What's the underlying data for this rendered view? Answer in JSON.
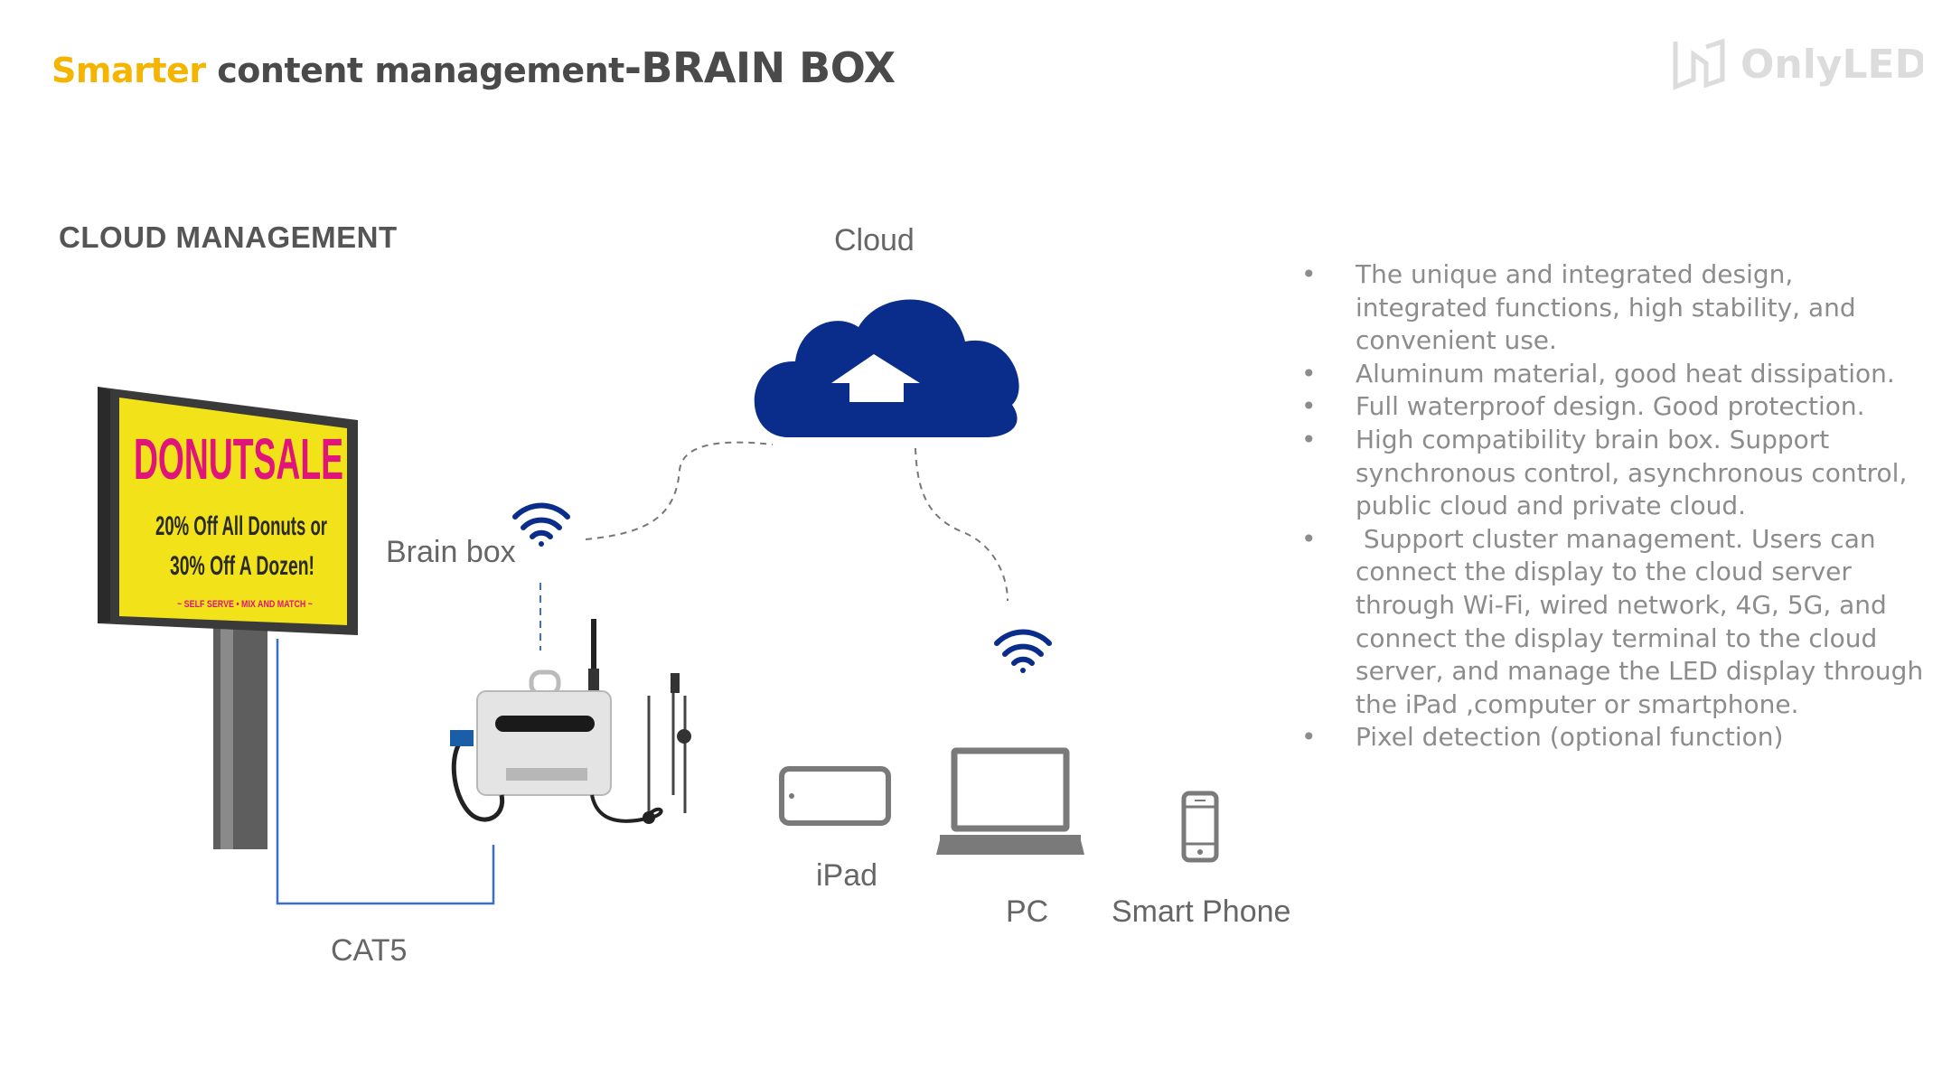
{
  "header": {
    "title_accent": "Smarter",
    "title_main": " content management",
    "title_dash": "-",
    "title_product": "BRAIN  BOX",
    "logo_text": "OnlyLED"
  },
  "section": {
    "heading": "CLOUD MANAGEMENT"
  },
  "diagram": {
    "cloud_label": "Cloud",
    "brainbox_label": "Brain box",
    "cat5_label": "CAT5",
    "ipad_label": "iPad",
    "pc_label": "PC",
    "phone_label": "Smart Phone",
    "billboard": {
      "headline": "DONUTSALE",
      "line1": "20% Off All Donuts or",
      "line2": "30% Off A Dozen!",
      "footer": "~ SELF SERVE • MIX AND MATCH ~"
    },
    "colors": {
      "cloud": "#0a2d8c",
      "wifi": "#0a2d8c",
      "cable": "#3b6fc9",
      "device": "#7a7a7a",
      "billboard_bg": "#f2e21a",
      "billboard_text": "#e0147a"
    }
  },
  "features": [
    "The unique and integrated design, integrated functions, high stability, and convenient use.",
    "Aluminum material, good heat dissipation.",
    "Full waterproof design. Good protection.",
    "High compatibility brain box. Support synchronous control, asynchronous control, public cloud and private cloud.",
    " Support cluster management. Users can connect the display to the cloud server through Wi-Fi, wired network, 4G, 5G, and connect the display terminal to the cloud server, and manage the LED display through the iPad ,computer or smartphone.",
    "Pixel detection (optional function)"
  ]
}
